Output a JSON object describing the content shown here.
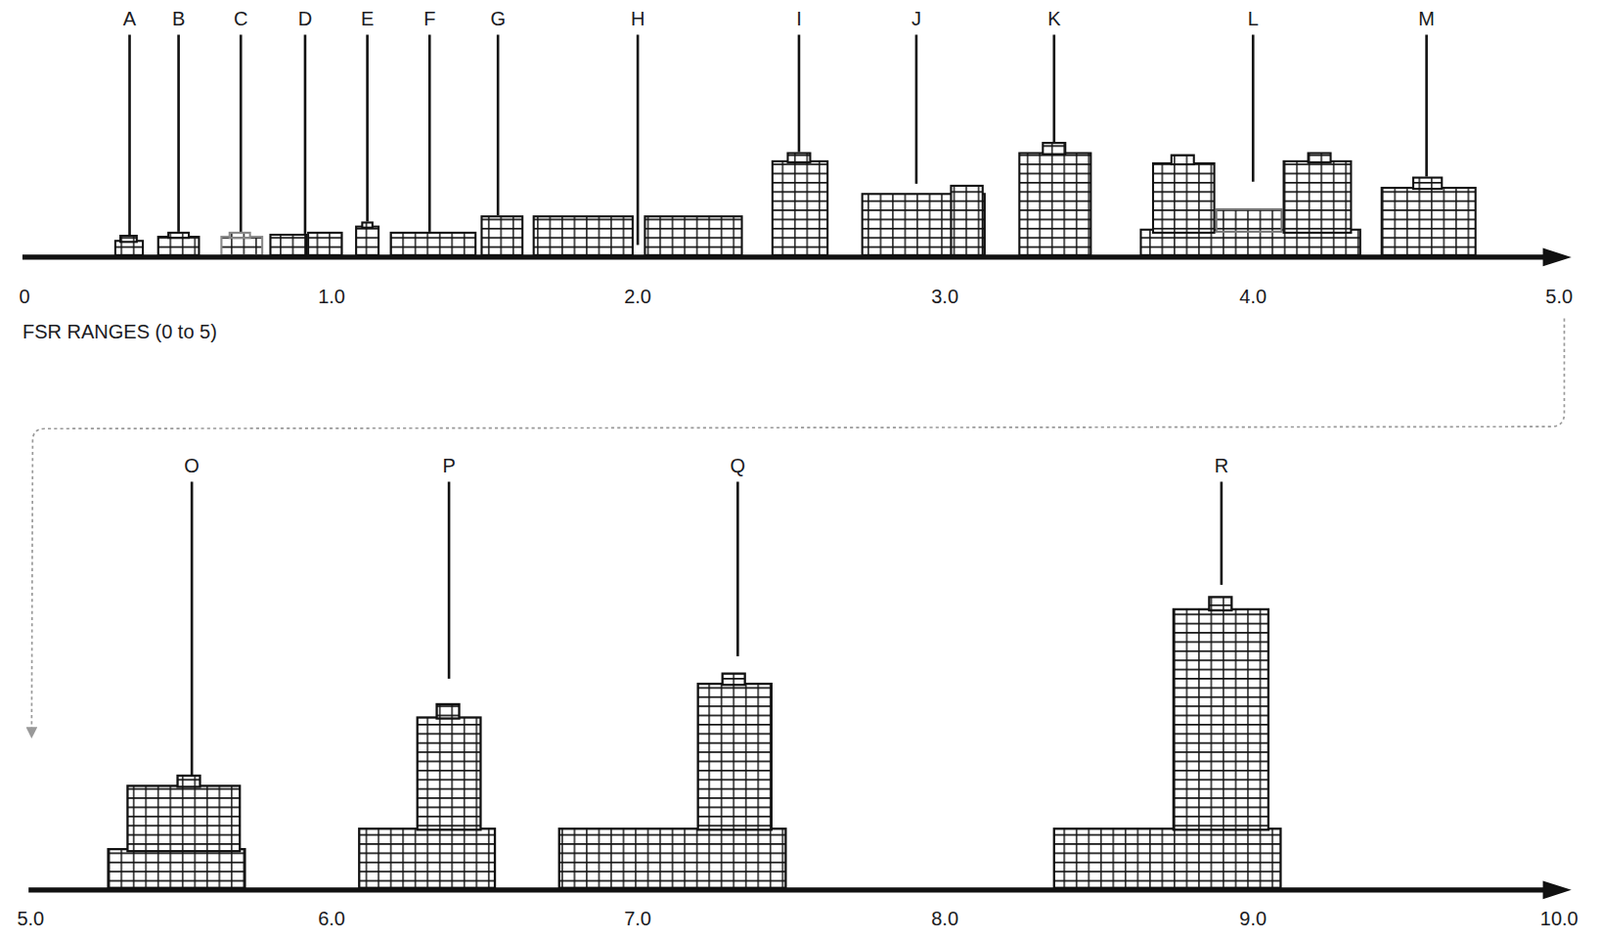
{
  "diagram": {
    "labels": [
      "A",
      "B",
      "C",
      "D",
      "E",
      "F",
      "G",
      "H",
      "I",
      "J",
      "K",
      "L",
      "M",
      "0",
      "1.0",
      "2.0",
      "3.0",
      "4.0",
      "5.0",
      "FSR RANGES (0 to 5)",
      "O",
      "P",
      "Q",
      "R",
      "5.0",
      "6.0",
      "7.0",
      "8.0",
      "9.0",
      "10.0"
    ]
  }
}
